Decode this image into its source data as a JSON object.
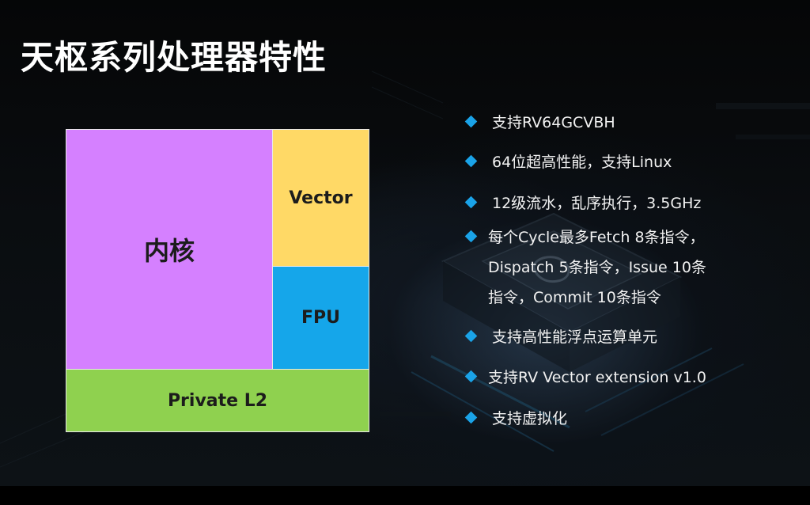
{
  "slide": {
    "title": "天枢系列处理器特性"
  },
  "diagram": {
    "blocks": {
      "core": "内核",
      "vector": "Vector",
      "fpu": "FPU",
      "l2": "Private L2"
    }
  },
  "features": {
    "items": [
      {
        "lines": [
          "支持RV64GCVBH"
        ]
      },
      {
        "lines": [
          "64位超高性能，支持Linux"
        ]
      },
      {
        "lines": [
          "12级流水，乱序执行，3.5GHz"
        ]
      },
      {
        "lines": [
          "每个Cycle最多Fetch 8条指令，",
          "Dispatch 5条指令，Issue 10条",
          "指令，Commit 10条指令"
        ]
      },
      {
        "lines": [
          "支持高性能浮点运算单元"
        ]
      },
      {
        "lines": [
          "支持RV Vector extension v1.0"
        ]
      },
      {
        "lines": [
          "支持虚拟化"
        ]
      }
    ]
  },
  "colors": {
    "core": "#d580ff",
    "vector": "#ffd966",
    "fpu": "#15a6ea",
    "l2": "#8fd14f",
    "bullet": "#1aa3e8",
    "background": "#000000"
  }
}
